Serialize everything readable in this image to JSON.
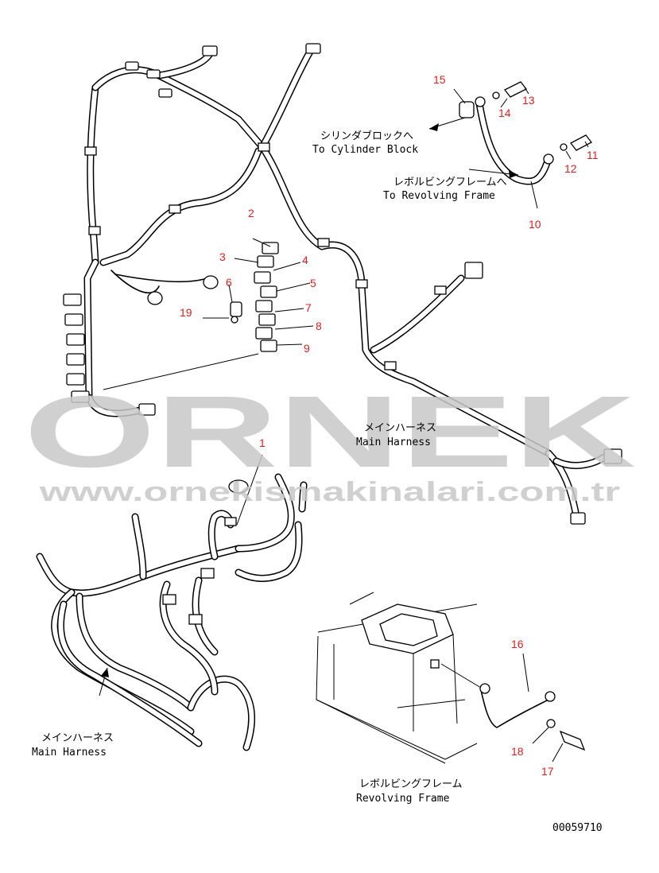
{
  "watermark": {
    "brand": "ORNEK",
    "url": "www.ornekismakinalari.com.tr",
    "color": "#c8c8c8"
  },
  "callouts": {
    "c1": "1",
    "c2": "2",
    "c3": "3",
    "c4": "4",
    "c5": "5",
    "c6": "6",
    "c7": "7",
    "c8": "8",
    "c9": "9",
    "c10": "10",
    "c11": "11",
    "c12": "12",
    "c13": "13",
    "c14": "14",
    "c15": "15",
    "c16": "16",
    "c17": "17",
    "c18": "18",
    "c19": "19"
  },
  "labels": {
    "cylinder_block_jp": "シリンダブロックへ",
    "cylinder_block_en": "To Cylinder Block",
    "revolving_frame_to_jp": "レボルビングフレームへ",
    "revolving_frame_to_en": "To Revolving Frame",
    "main_harness_top_jp": "メインハーネス",
    "main_harness_top_en": "Main Harness",
    "main_harness_bottom_jp": "メインハーネス",
    "main_harness_bottom_en": "Main Harness",
    "revolving_frame_jp": "レボルビングフレーム",
    "revolving_frame_en": "Revolving Frame",
    "drawing_number": "00059710"
  },
  "colors": {
    "callout": "#e02020",
    "line": "#000000"
  }
}
